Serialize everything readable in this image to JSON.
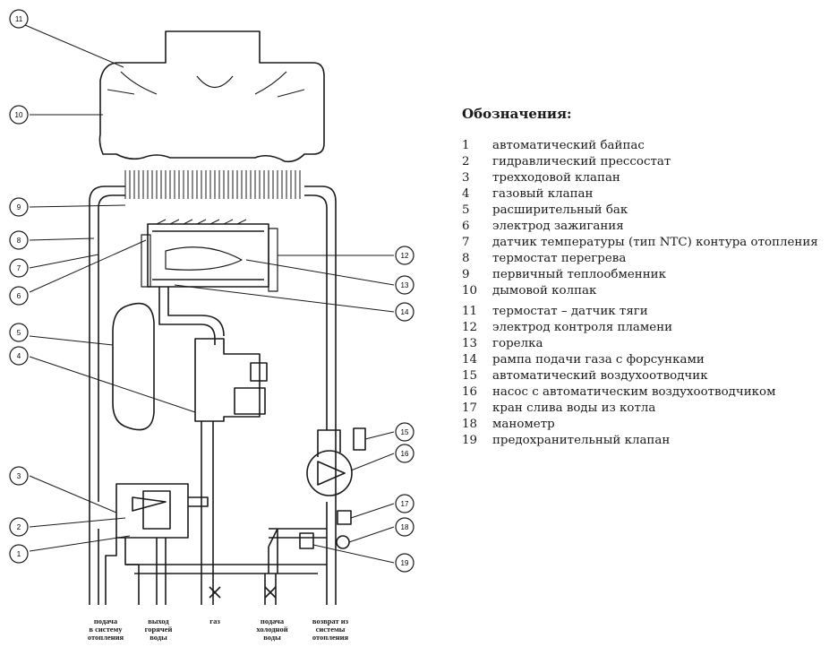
{
  "legend": {
    "title": "Обозначения:",
    "items": [
      {
        "num": "1",
        "label": "автоматический байпас"
      },
      {
        "num": "2",
        "label": "гидравлический прессостат"
      },
      {
        "num": "3",
        "label": "трехходовой клапан"
      },
      {
        "num": "4",
        "label": "газовый клапан"
      },
      {
        "num": "5",
        "label": "расширительный бак"
      },
      {
        "num": "6",
        "label": "электрод зажигания"
      },
      {
        "num": "7",
        "label": "датчик температуры (тип NTC) контура отопления"
      },
      {
        "num": "8",
        "label": "термостат перегрева"
      },
      {
        "num": "9",
        "label": "первичный теплообменник"
      },
      {
        "num": "10",
        "label": "дымовой колпак"
      },
      {
        "num": "11",
        "label": "термостат – датчик тяги"
      },
      {
        "num": "12",
        "label": "электрод контроля пламени"
      },
      {
        "num": "13",
        "label": "горелка"
      },
      {
        "num": "14",
        "label": "рампа подачи газа с форсунками"
      },
      {
        "num": "15",
        "label": "автоматический воздухоотводчик"
      },
      {
        "num": "16",
        "label": "насос с автоматическим воздухоотводчиком"
      },
      {
        "num": "17",
        "label": "кран слива воды из котла"
      },
      {
        "num": "18",
        "label": "манометр"
      },
      {
        "num": "19",
        "label": "предохранительный клапан"
      }
    ]
  },
  "callouts": [
    "1",
    "2",
    "3",
    "4",
    "5",
    "6",
    "7",
    "8",
    "9",
    "10",
    "11",
    "12",
    "13",
    "14",
    "15",
    "16",
    "17",
    "18",
    "19"
  ],
  "bottom_labels": [
    "подача\nв систему\nотопления",
    "выход\nгорячей\nводы",
    "газ",
    "подача\nхолодной\nводы",
    "возврат из\nсистемы\nотопления"
  ]
}
